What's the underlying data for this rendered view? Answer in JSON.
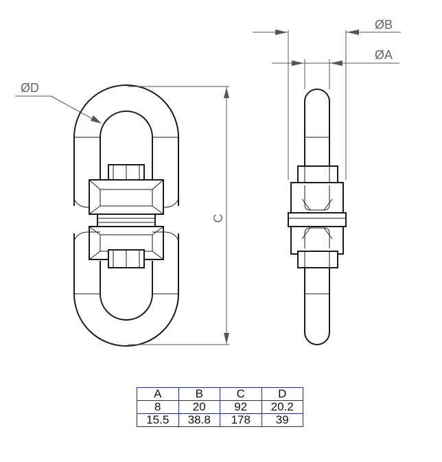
{
  "labels": {
    "dia_d": "ØD",
    "dia_b": "ØB",
    "dia_a": "ØA",
    "c": "C"
  },
  "table": {
    "headers": [
      "A",
      "B",
      "C",
      "D"
    ],
    "rows": [
      [
        "8",
        "20",
        "92",
        "20.2"
      ],
      [
        "15.5",
        "38.8",
        "178",
        "39"
      ]
    ]
  },
  "colors": {
    "outline": "#1a1a1a",
    "dimension": "#555555",
    "table_border": "#1d2a8c"
  }
}
